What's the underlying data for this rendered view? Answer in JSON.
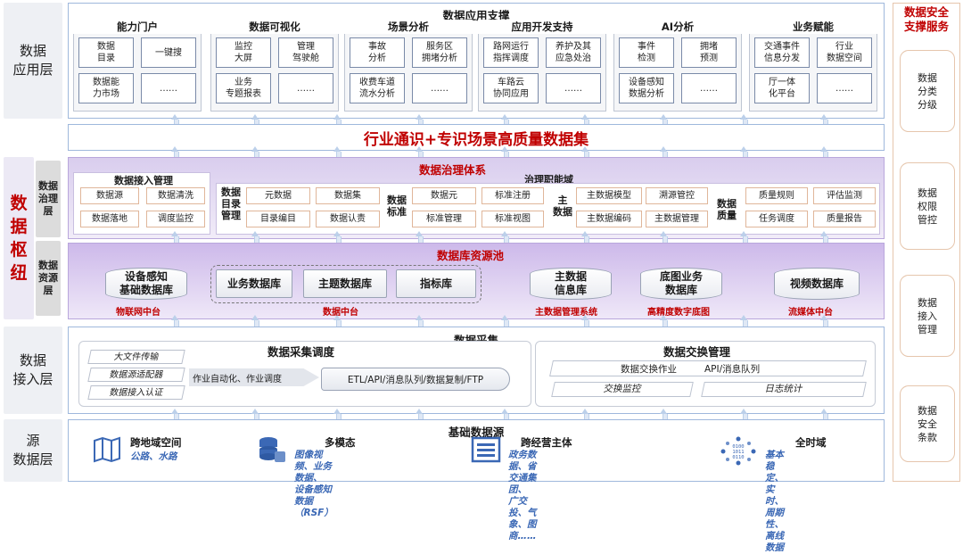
{
  "layers": {
    "app": "数据\n应用层",
    "hub": "数据\n枢纽",
    "gov": "数据\n治理\n层",
    "res": "数据\n资源\n层",
    "access": "数据\n接入层",
    "source": "源\n数据层"
  },
  "app": {
    "title": "数据应用支撑",
    "groups": [
      {
        "title": "能力门户",
        "items": [
          "数据\n目录",
          "一键搜",
          "数据能\n力市场",
          "……"
        ]
      },
      {
        "title": "数据可视化",
        "items": [
          "监控\n大屏",
          "管理\n驾驶舱",
          "业务\n专题报表",
          "……"
        ]
      },
      {
        "title": "场景分析",
        "items": [
          "事故\n分析",
          "服务区\n拥堵分析",
          "收费车道\n流水分析",
          "……"
        ]
      },
      {
        "title": "应用开发支持",
        "items": [
          "路网运行\n指挥调度",
          "养护及其\n应急处治",
          "车路云\n协同应用",
          "……"
        ]
      },
      {
        "title": "AI分析",
        "items": [
          "事件\n检测",
          "拥堵\n预测",
          "设备感知\n数据分析",
          "……"
        ]
      },
      {
        "title": "业务赋能",
        "items": [
          "交通事件\n信息分发",
          "行业\n数据空间",
          "厅一体\n化平台",
          "……"
        ]
      }
    ]
  },
  "banner": "行业通识+专识场景高质量数据集",
  "gov": {
    "title": "数据治理体系",
    "access_title": "数据接入管理",
    "access_items": [
      "数据源",
      "数据清洗",
      "数据落地",
      "调度监控"
    ],
    "domain_title": "治理职能域",
    "catalog_label": "数据\n目录\n管理",
    "catalog_items": [
      "元数据",
      "数据集",
      "目录编目",
      "数据认责"
    ],
    "std_label": "数据\n标准",
    "std_items": [
      "数据元",
      "标准注册",
      "标准管理",
      "标准视图"
    ],
    "master_label": "主\n数据",
    "master_items": [
      "主数据模型",
      "溯源管控",
      "主数据编码",
      "主数据管理"
    ],
    "quality_label": "数据\n质量",
    "quality_items": [
      "质量规则",
      "评估监测",
      "任务调度",
      "质量报告"
    ]
  },
  "res": {
    "title": "数据库资源池",
    "dbs": [
      "设备感知\n基础数据库",
      "业务数据库",
      "主题数据库",
      "指标库",
      "主数据\n信息库",
      "底图业务\n数据库",
      "视频数据库"
    ],
    "tags": [
      "物联网中台",
      "数据中台",
      "主数据管理系统",
      "高精度数字底图",
      "流媒体中台"
    ]
  },
  "access": {
    "title": "数据采集",
    "sched_title": "数据采集调度",
    "left_items": [
      "大文件传输",
      "数据源适配器",
      "数据接入认证"
    ],
    "flow": "作业自动化、作业调度",
    "pipe": "ETL/API/消息队列/数据复制/FTP",
    "exch_title": "数据交换管理",
    "exch_items": [
      "数据交换作业",
      "API/消息队列",
      "交换监控",
      "日志统计"
    ]
  },
  "source": {
    "title": "基础数据源",
    "items": [
      {
        "title": "跨地域空间",
        "desc": "公路、水路"
      },
      {
        "title": "多模态",
        "desc": "图像视频、业务数据、\n设备感知数据（RSF）"
      },
      {
        "title": "跨经营主体",
        "desc": "政务数据、省交通集团、\n广交投、气象、图商……"
      },
      {
        "title": "全时域",
        "desc": "基本稳定、实时、\n周期性、离线数据"
      }
    ]
  },
  "security": {
    "title": "数据安全\n支撑服务",
    "items": [
      "数据\n分类\n分级",
      "数据\n权限\n管控",
      "数据\n接入\n管理",
      "数据\n安全\n条款"
    ]
  },
  "colors": {
    "red": "#c00000",
    "blue": "#3b68b5",
    "purple": "#c9b6e6"
  }
}
